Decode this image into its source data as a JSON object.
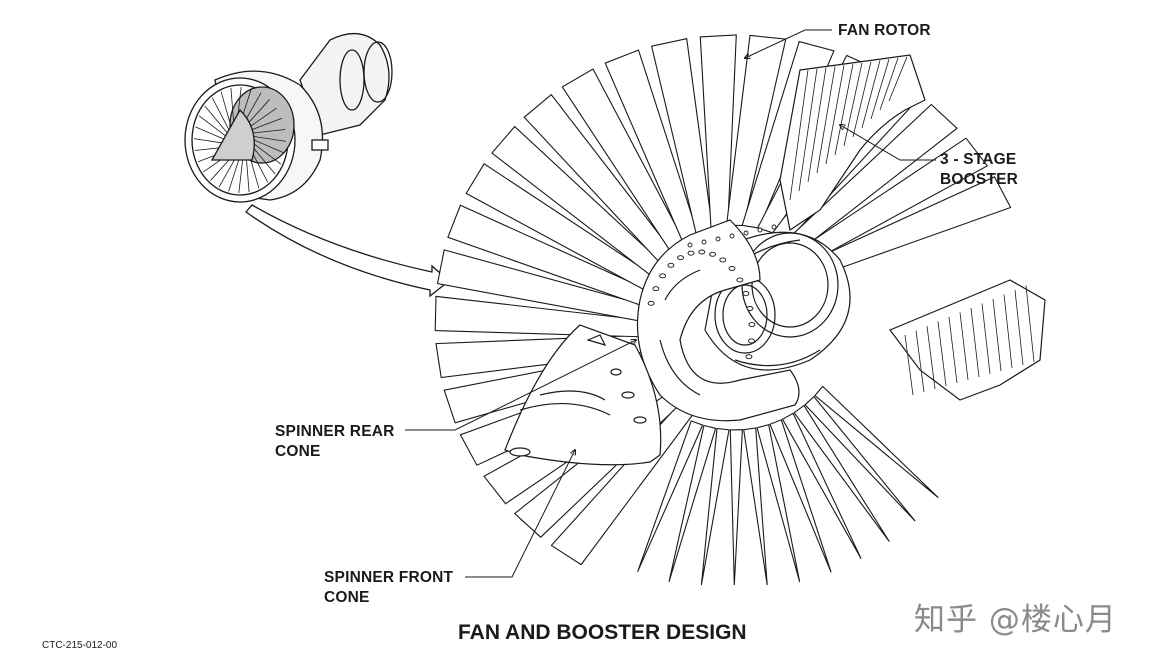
{
  "labels": {
    "fan_rotor": "FAN ROTOR",
    "booster_line1": "3 - STAGE",
    "booster_line2": "BOOSTER",
    "rear_cone_line1": "SPINNER REAR",
    "rear_cone_line2": "CONE",
    "front_cone_line1": "SPINNER FRONT",
    "front_cone_line2": "CONE"
  },
  "title": "FAN AND BOOSTER DESIGN",
  "doc_id": "CTC-215-012-00",
  "watermark": "知乎 @楼心月",
  "icons": [
    "engine-overview-icon",
    "fan-assembly-icon",
    "arrow-icon"
  ],
  "colors": {
    "line": "#1a1a1a",
    "shade": "#bdbdbd",
    "watermark": "#8a8a8a"
  }
}
